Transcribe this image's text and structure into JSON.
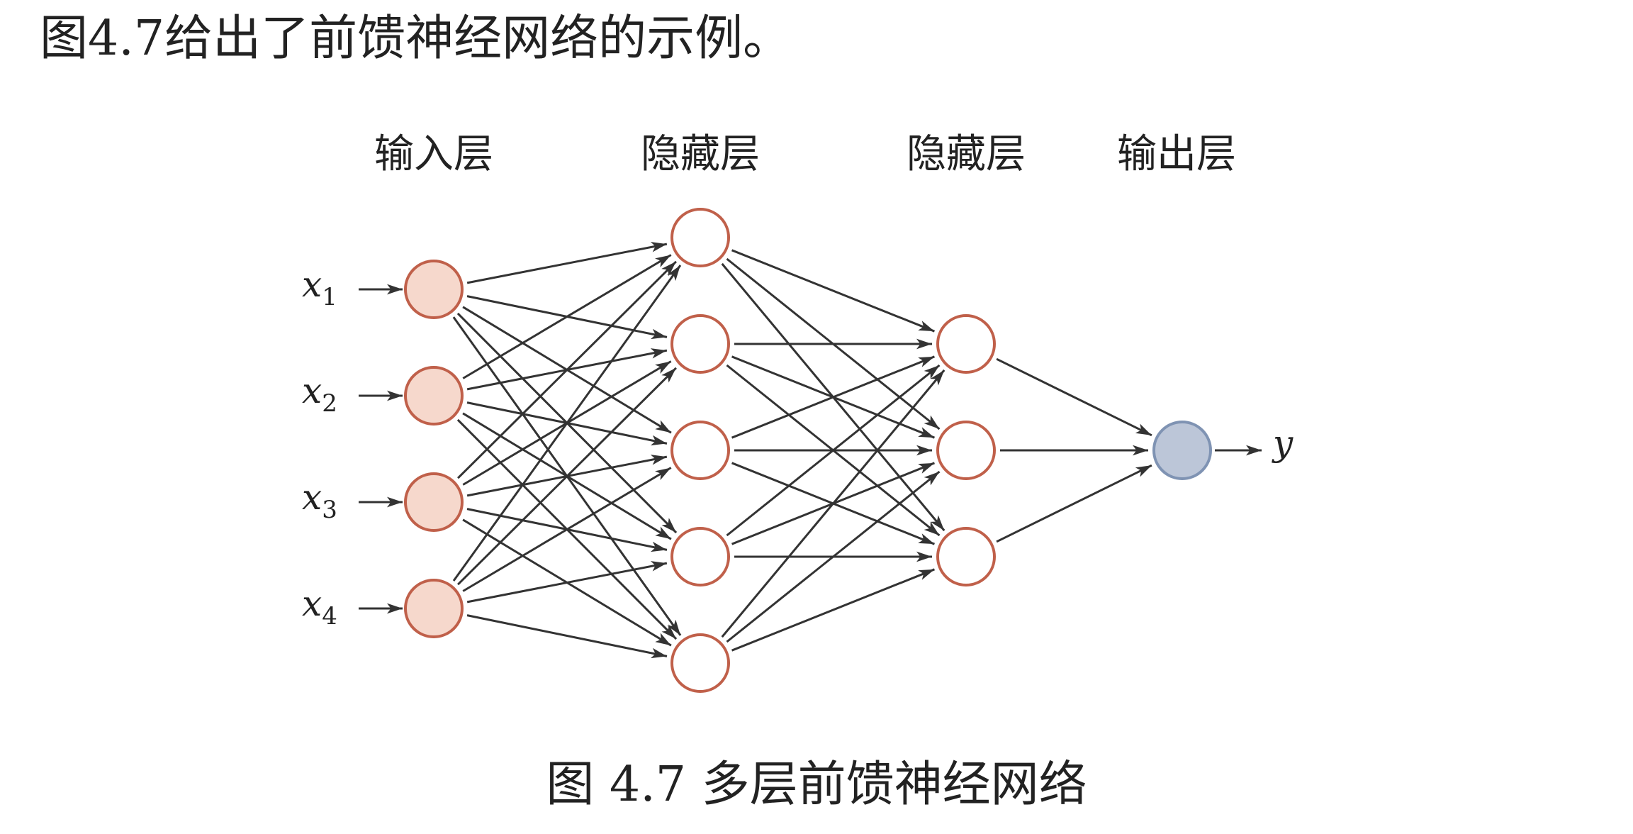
{
  "intro_text": "图4.7给出了前馈神经网络的示例。",
  "caption": "图 4.7 多层前馈神经网络",
  "layers": [
    {
      "title": "输入层",
      "count": 4,
      "kind": "input"
    },
    {
      "title": "隐藏层",
      "count": 5,
      "kind": "hidden"
    },
    {
      "title": "隐藏层",
      "count": 3,
      "kind": "hidden"
    },
    {
      "title": "输出层",
      "count": 1,
      "kind": "output"
    }
  ],
  "input_labels": [
    {
      "base": "x",
      "sub": "1"
    },
    {
      "base": "x",
      "sub": "2"
    },
    {
      "base": "x",
      "sub": "3"
    },
    {
      "base": "x",
      "sub": "4"
    }
  ],
  "output_label": "y",
  "colors": {
    "node_stroke": "#c0604a",
    "input_fill": "#f6d8cc",
    "hidden_fill": "#ffffff",
    "output_fill": "#bcc6d8",
    "output_stroke": "#7f93b3",
    "edge": "#333333",
    "text": "#222222"
  }
}
